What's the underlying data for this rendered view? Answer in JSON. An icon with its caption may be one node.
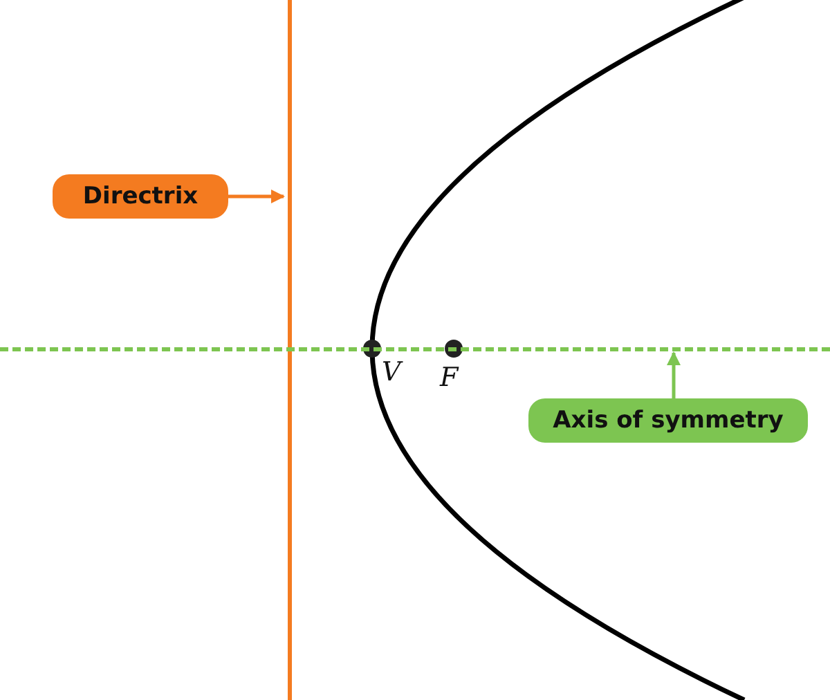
{
  "diagram": {
    "nodes": [
      {
        "text": [
          "Directrix"
        ]
      },
      {
        "text": [],
        "shape": "line"
      },
      {
        "text": [
          "Axis of symmetry"
        ]
      },
      {
        "text": [],
        "shape": "line"
      }
    ],
    "edges": [
      {
        "from": 0,
        "to": 1,
        "arrow": "to",
        "color": "#f47b20"
      },
      {
        "from": 2,
        "to": 3,
        "arrow": "to",
        "color": "#7dc551"
      }
    ],
    "labels": [
      "V",
      "F"
    ]
  }
}
